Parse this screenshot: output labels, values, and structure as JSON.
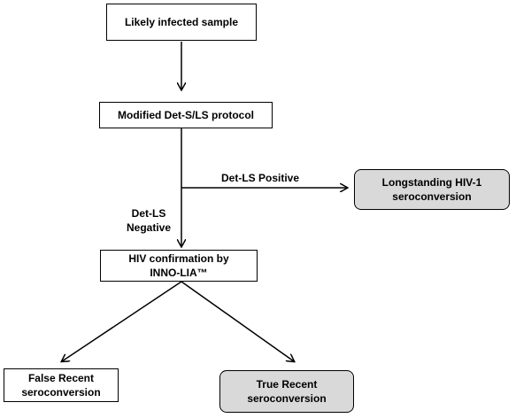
{
  "nodes": {
    "likely_infected": {
      "text": "Likely infected sample"
    },
    "modified_protocol": {
      "text": "Modified Det-S/LS protocol"
    },
    "hiv_confirmation": {
      "line1": "HIV confirmation by",
      "line2": "INNO-LIA™"
    },
    "longstanding": {
      "line1": "Longstanding HIV-1",
      "line2": "seroconversion",
      "fill": "#d9d9d9"
    },
    "false_recent": {
      "line1": "False Recent",
      "line2": "seroconversion"
    },
    "true_recent": {
      "line1": "True Recent",
      "line2": "seroconversion",
      "fill": "#d9d9d9"
    }
  },
  "edge_labels": {
    "det_ls_positive": "Det-LS Positive",
    "det_ls_negative_line1": "Det-LS",
    "det_ls_negative_line2": "Negative"
  },
  "colors": {
    "line": "#000000",
    "highlight_fill": "#d9d9d9"
  }
}
